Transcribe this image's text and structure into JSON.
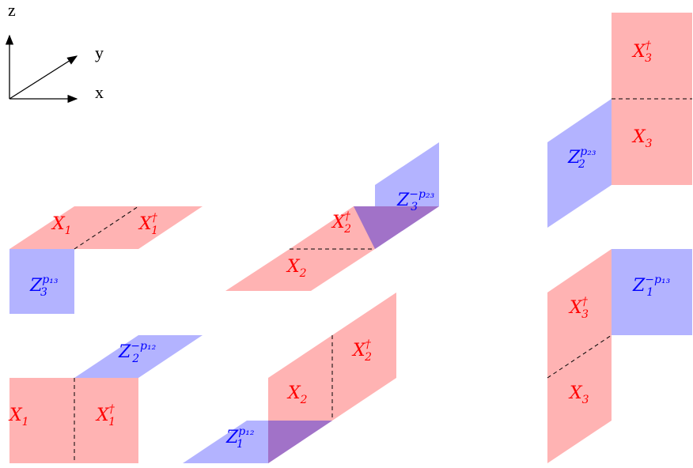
{
  "axes": {
    "z": "z",
    "y": "y",
    "x": "x"
  },
  "colors": {
    "red": "#ffb3b3",
    "blue": "#b3b3ff",
    "red_text": "#ff0000",
    "blue_text": "#0000ff",
    "overlap": "#a172c8"
  },
  "labels": {
    "p1_x1": {
      "base": "X",
      "sub": "1",
      "sup": ""
    },
    "p1_x1d": {
      "base": "X",
      "sub": "1",
      "sup": "†"
    },
    "p1_z3": {
      "base": "Z",
      "sub": "3",
      "sup": "p₁₃"
    },
    "p2_x2d": {
      "base": "X",
      "sub": "2",
      "sup": "†"
    },
    "p2_z3": {
      "base": "Z",
      "sub": "3",
      "sup": "−p₂₃"
    },
    "p2_x2": {
      "base": "X",
      "sub": "2",
      "sup": ""
    },
    "p3_x3d": {
      "base": "X",
      "sub": "3",
      "sup": "†"
    },
    "p3_z2": {
      "base": "Z",
      "sub": "2",
      "sup": "p₂₃"
    },
    "p3_x3": {
      "base": "X",
      "sub": "3",
      "sup": ""
    },
    "p4_z2": {
      "base": "Z",
      "sub": "2",
      "sup": "−p₁₂"
    },
    "p4_x1": {
      "base": "X",
      "sub": "1",
      "sup": ""
    },
    "p4_x1d": {
      "base": "X",
      "sub": "1",
      "sup": "†"
    },
    "p5_x2d": {
      "base": "X",
      "sub": "2",
      "sup": "†"
    },
    "p5_x2": {
      "base": "X",
      "sub": "2",
      "sup": ""
    },
    "p5_z1": {
      "base": "Z",
      "sub": "1",
      "sup": "p₁₂"
    },
    "p6_z1": {
      "base": "Z",
      "sub": "1",
      "sup": "−p₁₃"
    },
    "p6_x3d": {
      "base": "X",
      "sub": "3",
      "sup": "†"
    },
    "p6_x3": {
      "base": "X",
      "sub": "3",
      "sup": ""
    }
  }
}
